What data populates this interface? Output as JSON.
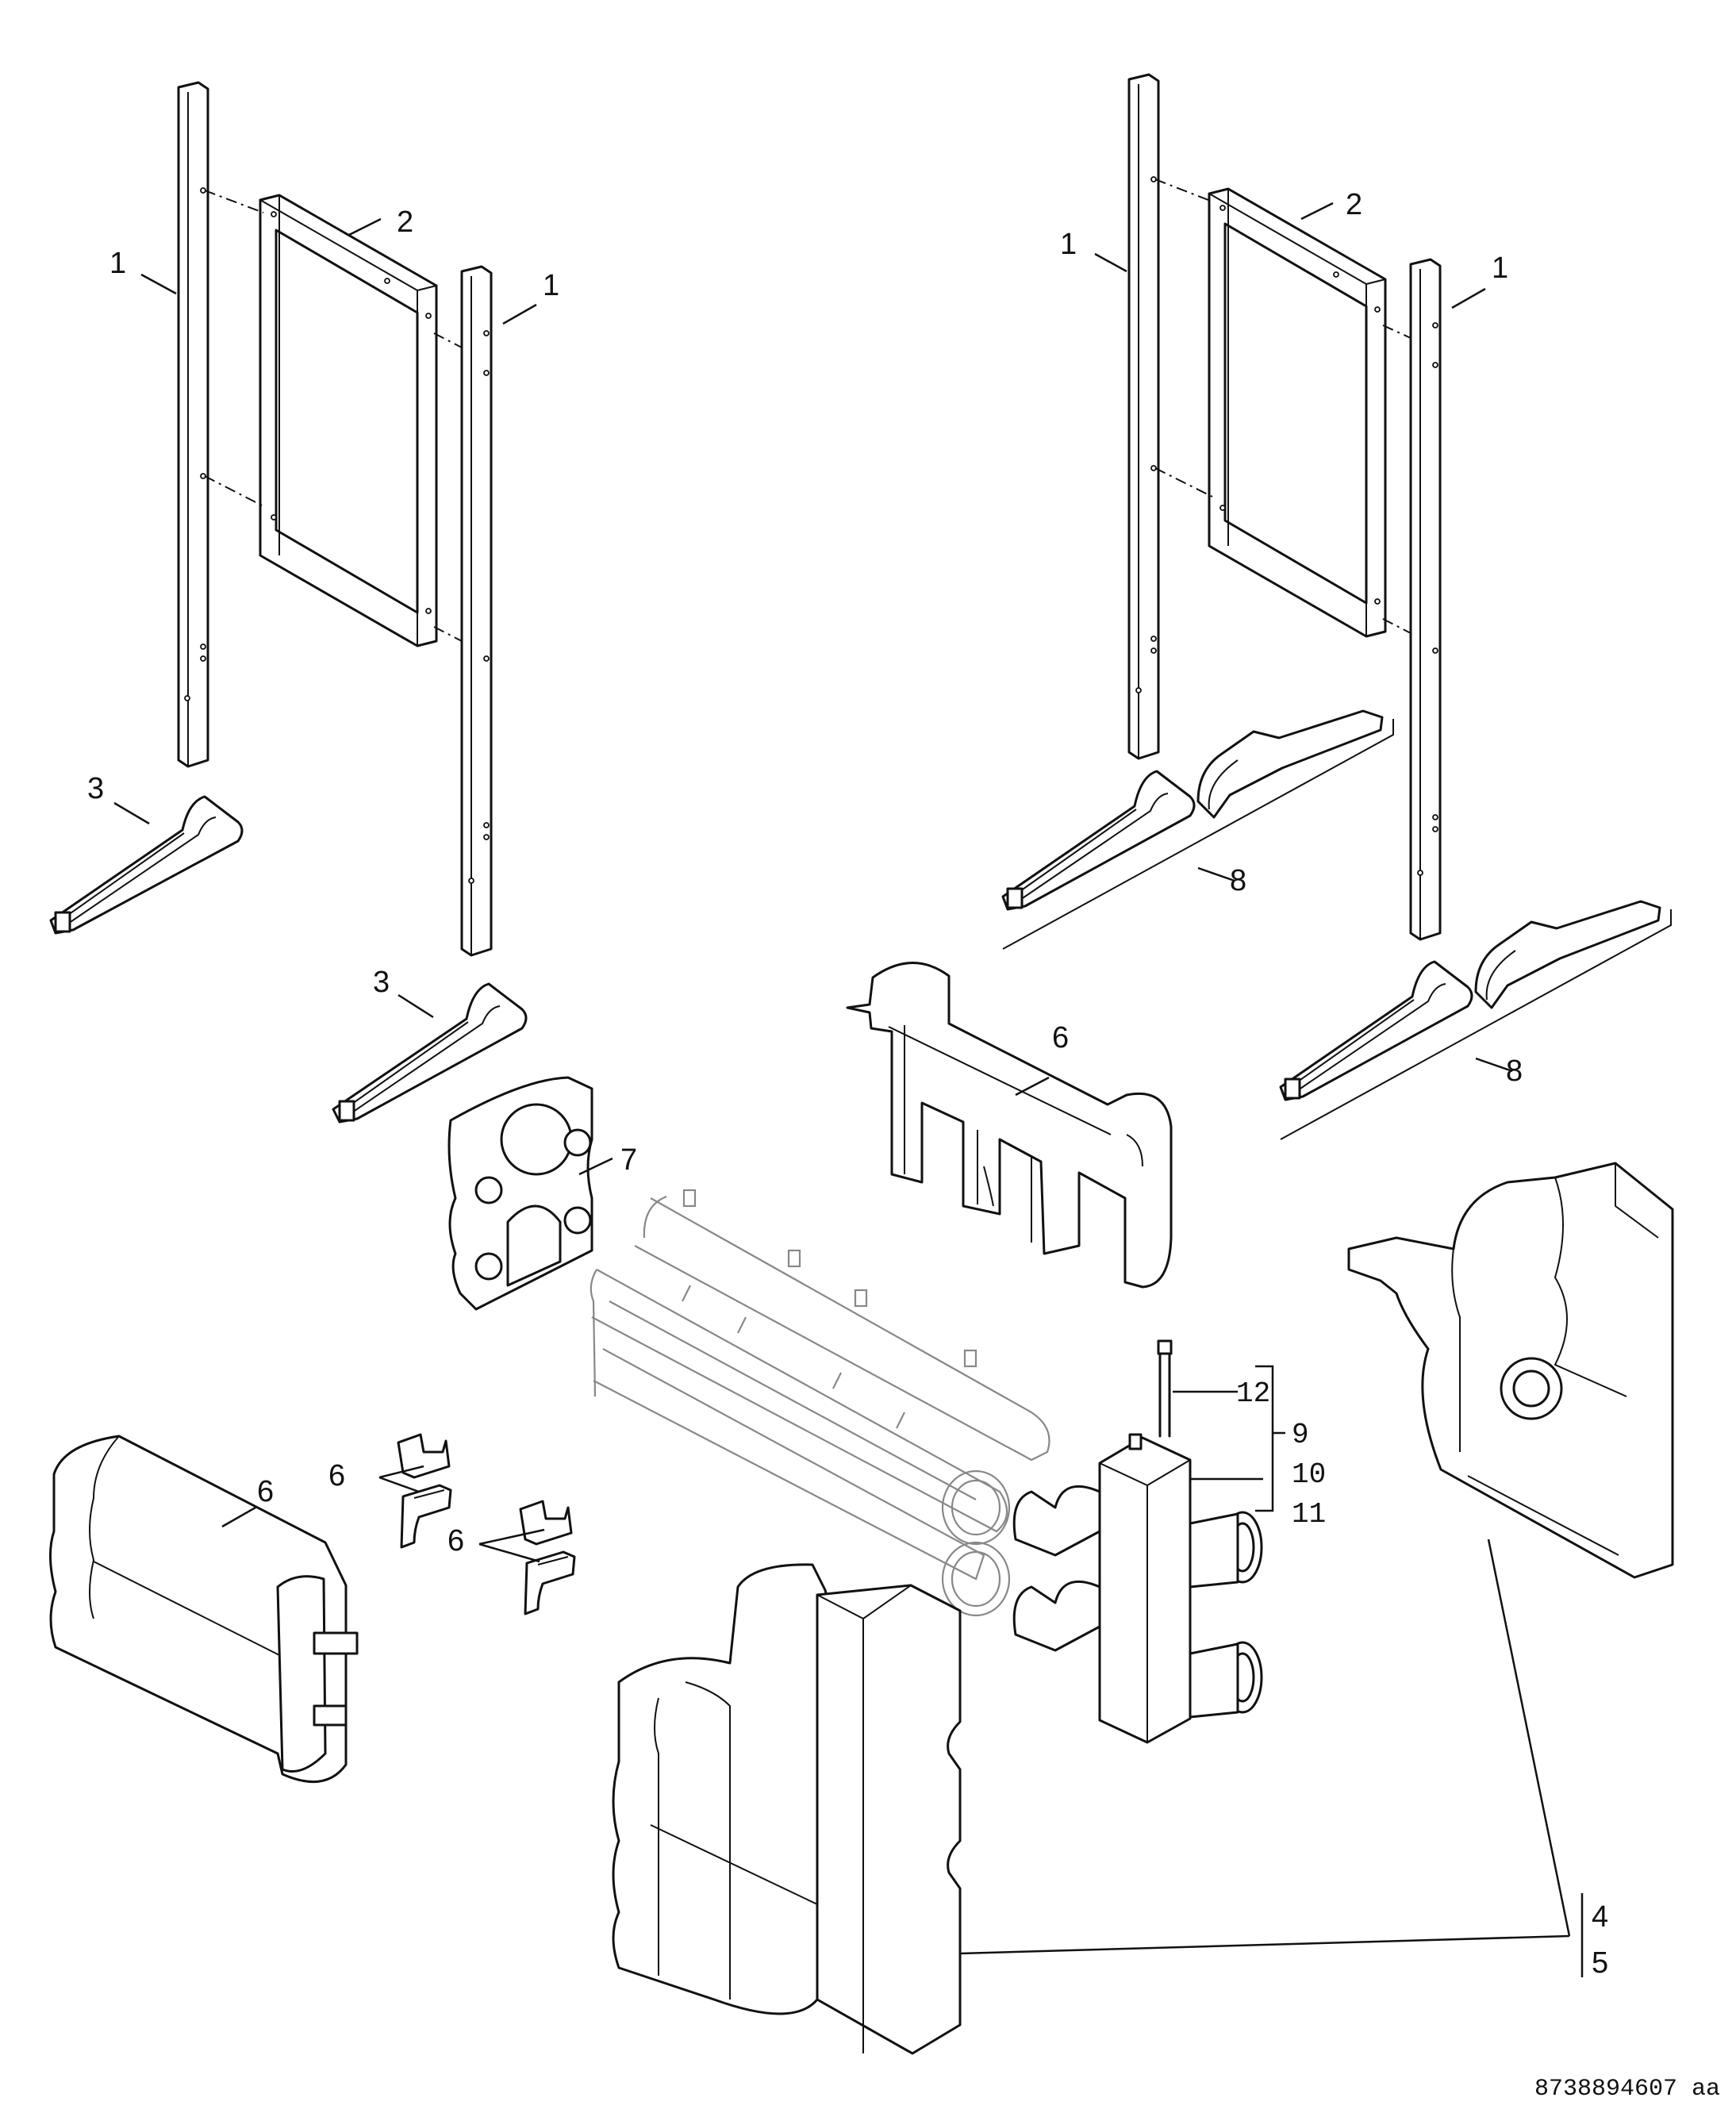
{
  "labels": {
    "frame_left": "2",
    "post_left_a": "1",
    "post_left_b": "1",
    "frame_right": "2",
    "post_right_a": "1",
    "post_right_b": "1",
    "foot_left_a": "3",
    "foot_left_b": "3",
    "foot_right_a": "8",
    "foot_right_b": "8",
    "insulation_top": "6",
    "insulation_left": "6",
    "clip_a": "6",
    "clip_b": "6",
    "plate": "7",
    "item_12": "12",
    "item_9": "9",
    "item_10": "10",
    "item_11": "11",
    "item_4": "4",
    "item_5": "5"
  },
  "drawing_code": "8738894607 aa"
}
